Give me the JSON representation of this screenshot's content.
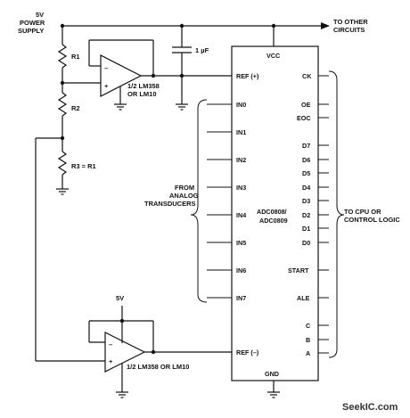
{
  "labels": {
    "supply_line1": "5V",
    "supply_line2": "POWER",
    "supply_line3": "SUPPLY",
    "to_other_1": "TO OTHER",
    "to_other_2": "CIRCUITS",
    "r1": "R1",
    "r2": "R2",
    "r3": "R3 = R1",
    "cap": "1 µF",
    "opamp_top_1": "1/2 LM358",
    "opamp_top_2": "OR LM10",
    "opamp_bottom": "1/2 LM358 OR LM10",
    "v5_bottom": "5V",
    "from_1": "FROM",
    "from_2": "ANALOG",
    "from_3": "TRANSDUCERS",
    "to_cpu_1": "TO CPU OR",
    "to_cpu_2": "CONTROL LOGIC",
    "chip_1": "ADC0808/",
    "chip_2": "ADC0809",
    "vcc": "VCC",
    "gnd": "GND",
    "plus": "+",
    "minus": "–",
    "watermark": "SeekIC.com"
  },
  "pins": {
    "ref_plus": "REF (+)",
    "ref_minus": "REF (–)",
    "in0": "IN0",
    "in1": "IN1",
    "in2": "IN2",
    "in3": "IN3",
    "in4": "IN4",
    "in5": "IN5",
    "in6": "IN6",
    "in7": "IN7",
    "ck": "CK",
    "oe": "OE",
    "eoc": "EOC",
    "d7": "D7",
    "d6": "D6",
    "d5": "D5",
    "d4": "D4",
    "d3": "D3",
    "d2": "D2",
    "d1": "D1",
    "d0": "D0",
    "start": "START",
    "ale": "ALE",
    "c": "C",
    "b": "B",
    "a": "A"
  }
}
